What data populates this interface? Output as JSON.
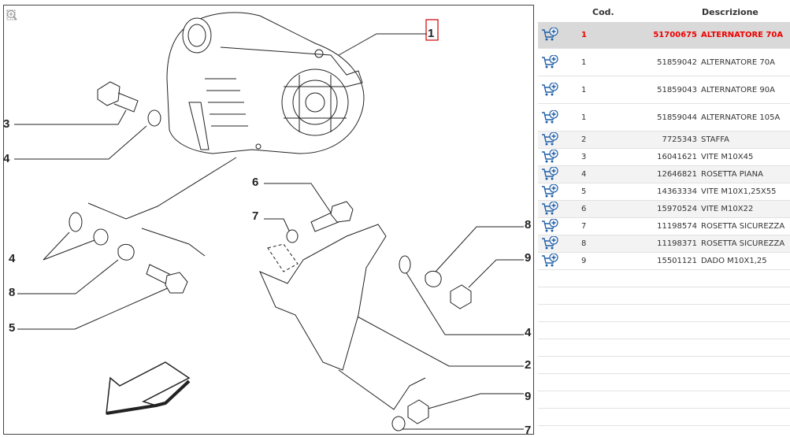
{
  "diagram": {
    "zoom_icons": [
      "fit-icon",
      "zoom-in-icon",
      "zoom-out-icon"
    ],
    "callouts": {
      "c1": "1",
      "c3": "3",
      "c4a": "4",
      "c6": "6",
      "c7a": "7",
      "c4b": "4",
      "c8a": "8",
      "c5": "5",
      "c8b": "8",
      "c9a": "9",
      "c4c": "4",
      "c2": "2",
      "c9b": "9",
      "c7b": "7"
    }
  },
  "table": {
    "headers": {
      "code": "Cod.",
      "description": "Descrizione"
    },
    "rows": [
      {
        "qty": "1",
        "code": "51700675",
        "desc": "ALTERNATORE 70A",
        "selected": true
      },
      {
        "qty": "1",
        "code": "51859042",
        "desc": "ALTERNATORE 70A"
      },
      {
        "qty": "1",
        "code": "51859043",
        "desc": "ALTERNATORE 90A"
      },
      {
        "qty": "1",
        "code": "51859044",
        "desc": "ALTERNATORE 105A"
      },
      {
        "qty": "2",
        "code": "7725343",
        "desc": "STAFFA"
      },
      {
        "qty": "3",
        "code": "16041621",
        "desc": "VITE M10X45"
      },
      {
        "qty": "4",
        "code": "12646821",
        "desc": "ROSETTA PIANA"
      },
      {
        "qty": "5",
        "code": "14363334",
        "desc": "VITE M10X1,25X55"
      },
      {
        "qty": "6",
        "code": "15970524",
        "desc": "VITE M10X22"
      },
      {
        "qty": "7",
        "code": "11198574",
        "desc": "ROSETTA SICUREZZA"
      },
      {
        "qty": "8",
        "code": "11198371",
        "desc": "ROSETTA SICUREZZA"
      },
      {
        "qty": "9",
        "code": "15501121",
        "desc": "DADO M10X1,25"
      }
    ],
    "icons": {
      "add_to_cart": "cart-add-icon"
    },
    "colors": {
      "selected_text": "#e00000",
      "icon_blue": "#1f5fa8"
    }
  }
}
